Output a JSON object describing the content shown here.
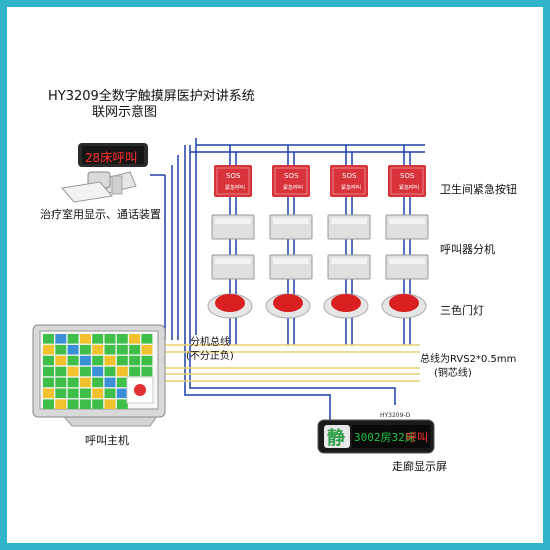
{
  "title": {
    "line1": "HY3209全数字触摸屏医护对讲系统",
    "line2": "联网示意图"
  },
  "devices": {
    "treatment_display_text": "28床呼叫",
    "treatment_label": "治疗室用显示、通话装置",
    "sos_text": "SOS",
    "sos_subtext": "紧急呼叫",
    "sos_label": "卫生间紧急按钮",
    "extension_label": "呼叫器分机",
    "door_light_label": "三色门灯",
    "bus_label_line1": "分机总线",
    "bus_label_line2": "(不分正负)",
    "cable_label_line1": "总线为RVS2*0.5mm",
    "cable_label_line2": "(铜芯线)",
    "host_label": "呼叫主机",
    "corridor_model": "HY3209-D",
    "corridor_char": "静",
    "corridor_text_green": "3002房32床",
    "corridor_text_red": "呼叫",
    "corridor_label": "走廊显示屏"
  },
  "colors": {
    "frame": "#2fb4c9",
    "bus_blue": "#1f3fa8",
    "bus_yellow": "#e8d070",
    "sos_red": "#d8323a",
    "lamp_red": "#d91f1f",
    "led_red": "#ff3030",
    "led_green": "#22c040"
  }
}
